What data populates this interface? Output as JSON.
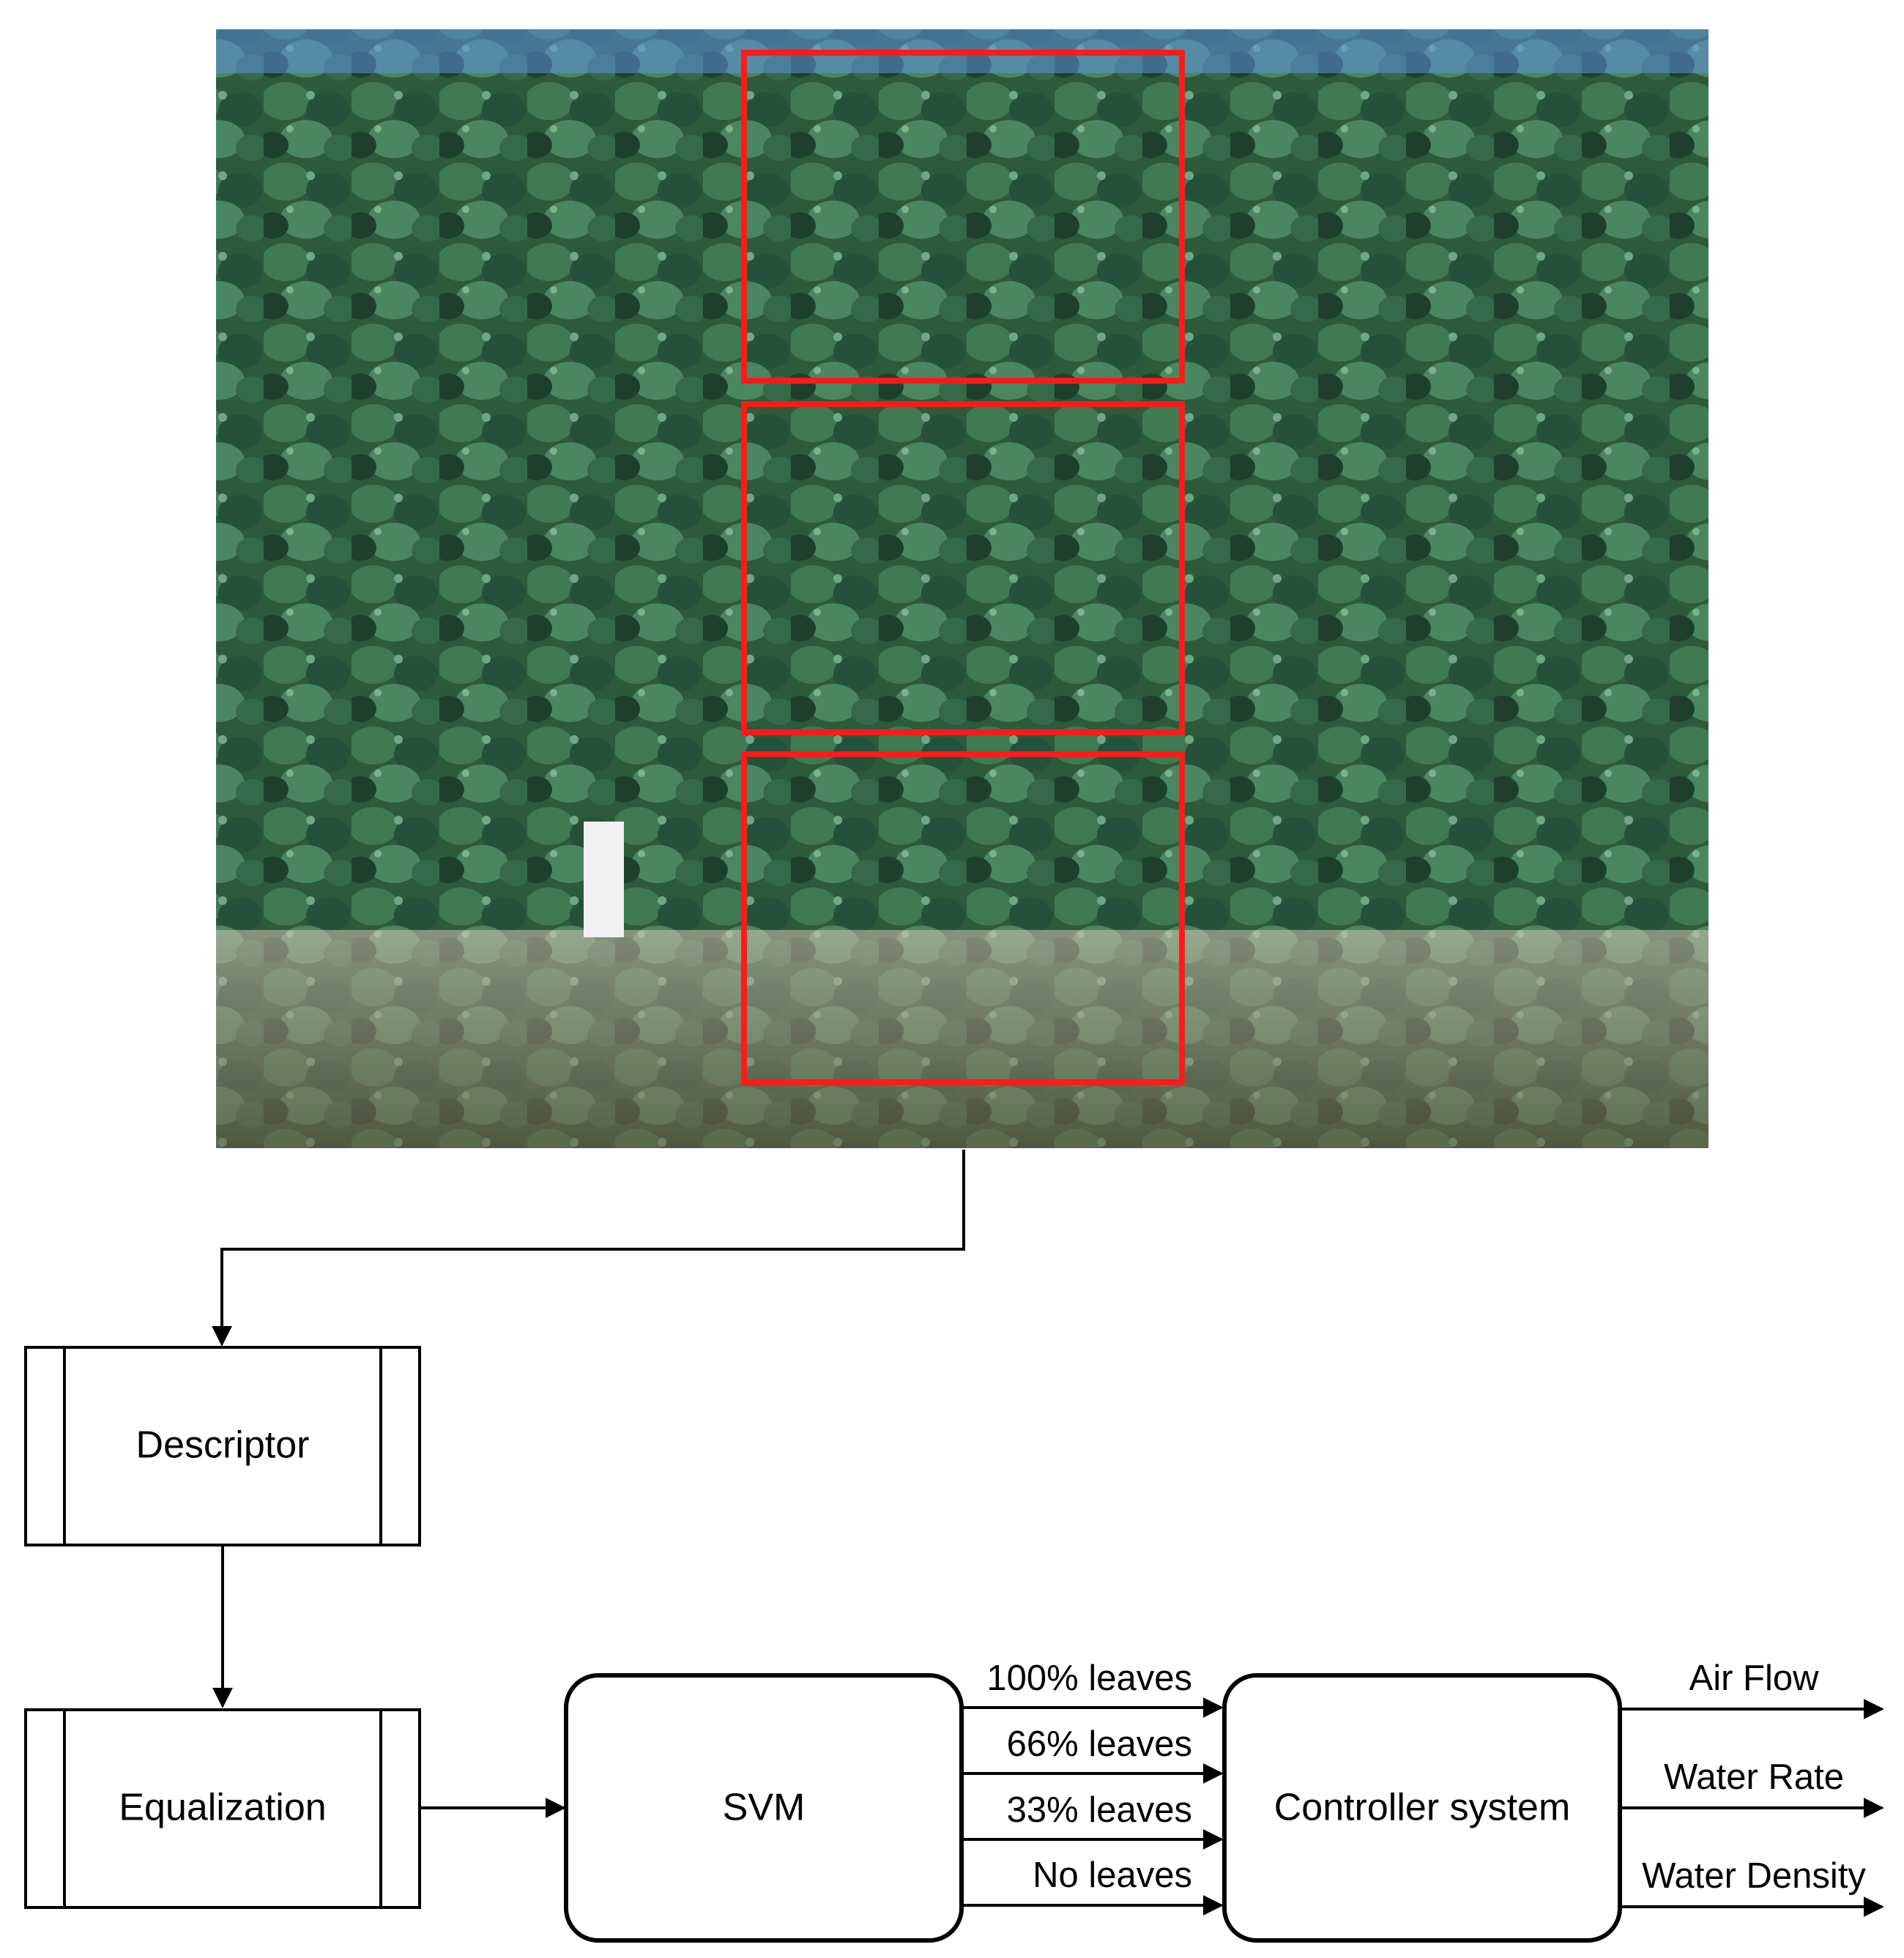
{
  "photo": {
    "description_icon": "vineyard-photo",
    "region_count": 3,
    "region_color": "#ff1a1a"
  },
  "process_boxes": {
    "descriptor": "Descriptor",
    "equalization": "Equalization"
  },
  "rounded_boxes": {
    "svm": "SVM",
    "controller": "Controller system"
  },
  "svm_outputs": [
    "100% leaves",
    "66% leaves",
    "33% leaves",
    "No leaves"
  ],
  "controller_outputs": [
    "Air Flow",
    "Water Rate",
    "Water Density"
  ],
  "colors": {
    "line": "#000000",
    "box_fill": "#ffffff",
    "region": "#ff1a1a"
  }
}
